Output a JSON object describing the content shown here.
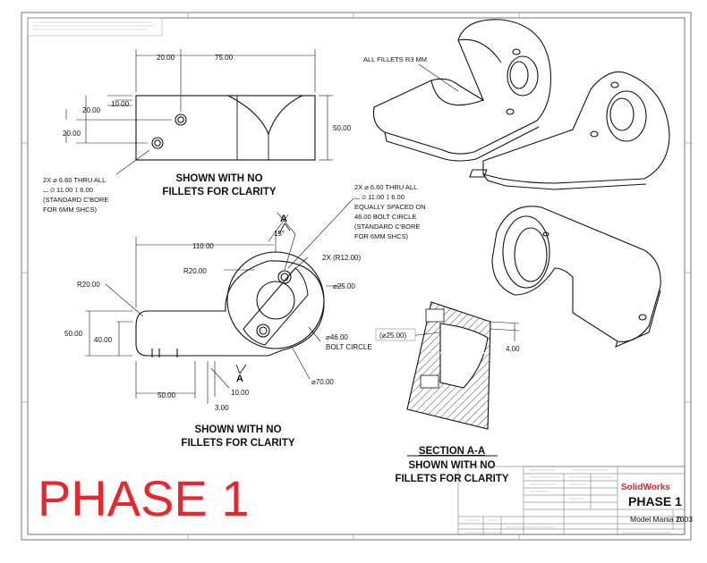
{
  "drawing": {
    "top_view": {
      "dims": [
        "20.00",
        "75.00",
        "10.00",
        "20.00",
        "20.00",
        "50.00"
      ],
      "hole_note": [
        "2X ⌀ 6.60 THRU ALL",
        "⌴ ⌀ 11.00 ↧ 6.00",
        "(STANDARD C'BORE",
        "FOR 6MM SHCS)"
      ],
      "caption": [
        "SHOWN WITH NO",
        "FILLETS FOR CLARITY"
      ]
    },
    "iso_note": "ALL FILLETS R3 MM",
    "front_view": {
      "hole_note": [
        "2X ⌀ 6.60 THRU ALL",
        "⌴ ⌀ 11.00 ↧ 6.00",
        "EQUALLY SPACED ON",
        "46.00 BOLT CIRCLE",
        "(STANDARD C'BORE",
        "FOR 6MM SHCS)"
      ],
      "section_mark": "A",
      "angle": "15°",
      "dims": {
        "d110": "110.00",
        "r20_top": "R20.00",
        "r12": "2X (R12.00)",
        "r20_left": "R20.00",
        "d25": "⌀25.00",
        "d50": "50.00",
        "d40": "40.00",
        "d46": "⌀46.00",
        "bolt": "BOLT CIRCLE",
        "d50b": "50.00",
        "d10": "10.00",
        "d70": "⌀70.00",
        "d3": "3.00"
      },
      "caption": [
        "SHOWN WITH NO",
        "FILLETS FOR CLARITY"
      ]
    },
    "section": {
      "dim_25": "(⌀25.00)",
      "dim_4": "4.00",
      "title": "SECTION A-A",
      "caption": [
        "SHOWN WITH NO",
        "FILLETS FOR CLARITY"
      ]
    },
    "phase_label": "PHASE 1",
    "title_block": {
      "brand": "SolidWorks",
      "title": "PHASE 1",
      "dwg_name": "Model Mania 2003",
      "rev": "D"
    },
    "colors": {
      "phase": "#e8262c",
      "brand": "#d4242a",
      "line": "#111111"
    }
  }
}
